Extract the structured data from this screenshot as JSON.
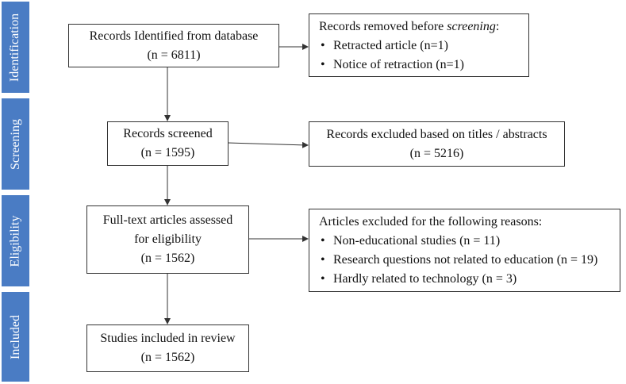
{
  "stages": {
    "identification": "Identification",
    "screening": "Screening",
    "eligibility": "Eligibility",
    "included": "Included"
  },
  "identified": {
    "line1": "Records Identified from database",
    "line2": "(n = 6811)"
  },
  "removed": {
    "heading_prefix": "Records removed before ",
    "heading_emph": "screening",
    "heading_suffix": ":",
    "items": [
      "Retracted article (n=1)",
      "Notice of retraction (n=1)"
    ]
  },
  "screened": {
    "line1": "Records screened",
    "line2": "(n = 1595)"
  },
  "excluded_titles": {
    "line1": "Records excluded based on titles / abstracts",
    "line2": "(n = 5216)"
  },
  "fulltext": {
    "line1": "Full-text articles assessed",
    "line2": "for eligibility",
    "line3": "(n = 1562)"
  },
  "excluded_reasons": {
    "heading": "Articles excluded for the following reasons:",
    "items": [
      "Non-educational studies (n = 11)",
      "Research questions not related to education  (n = 19)",
      "Hardly related to technology (n = 3)"
    ]
  },
  "included": {
    "line1": "Studies included in review",
    "line2": "(n = 1562)"
  },
  "colors": {
    "stage_fill": "#4a7cc4",
    "border": "#333333"
  }
}
